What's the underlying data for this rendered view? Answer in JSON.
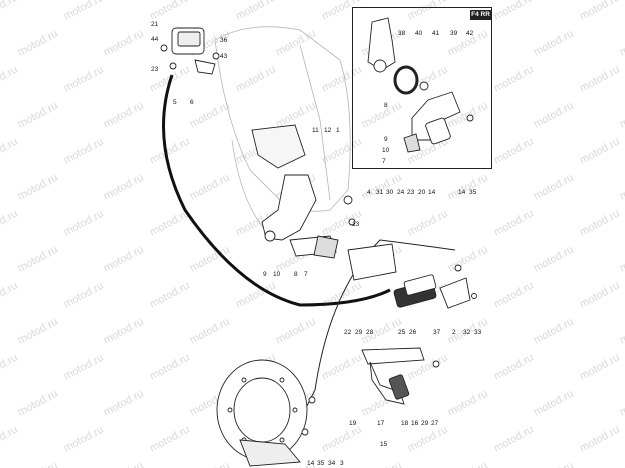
{
  "inset": {
    "badge": "F4 RR"
  },
  "callouts": [
    "21",
    "44",
    "23",
    "36",
    "43",
    "5",
    "6",
    "11",
    "12",
    "1",
    "13",
    "4",
    "31",
    "30",
    "24",
    "23",
    "20",
    "14",
    "14",
    "35",
    "9",
    "10",
    "8",
    "7",
    "22",
    "29",
    "28",
    "25",
    "26",
    "37",
    "2",
    "32",
    "33",
    "17",
    "18",
    "16",
    "29",
    "27",
    "19",
    "15",
    "14",
    "35",
    "34",
    "3",
    "38",
    "40",
    "41",
    "39",
    "42",
    "8",
    "9",
    "10",
    "7"
  ],
  "watermark": "motod.ru",
  "colors": {
    "line": "#222222",
    "cable": "#111111",
    "watermark": "#d9d9d9",
    "inset_badge": "#222222"
  }
}
